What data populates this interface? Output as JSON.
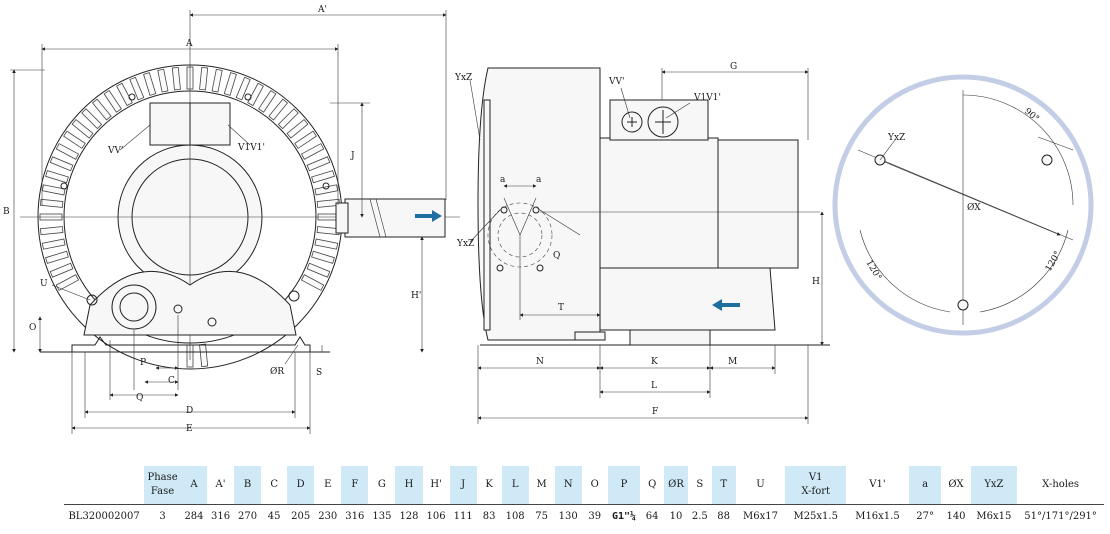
{
  "labels": {
    "A": "A",
    "A_prime": "A'",
    "B": "B",
    "C": "C",
    "D": "D",
    "E": "E",
    "F": "F",
    "G": "G",
    "H": "H",
    "H_prime": "H'",
    "J": "J",
    "K": "K",
    "L": "L",
    "M": "M",
    "N": "N",
    "O": "O",
    "P": "P",
    "Q": "Q",
    "S": "S",
    "T": "T",
    "U": "U",
    "OR": "ØR",
    "OX": "ØX",
    "VV": "VV'",
    "V1V1": "V1V1'",
    "YxZ": "YxZ",
    "a": "a",
    "deg90": "90°",
    "deg120": "120°"
  },
  "table": {
    "headers": [
      {
        "text": "",
        "hl": false
      },
      {
        "text": "Phase\nFase",
        "hl": true
      },
      {
        "text": "A",
        "hl": true
      },
      {
        "text": "A'",
        "hl": false
      },
      {
        "text": "B",
        "hl": true
      },
      {
        "text": "C",
        "hl": false
      },
      {
        "text": "D",
        "hl": true
      },
      {
        "text": "E",
        "hl": false
      },
      {
        "text": "F",
        "hl": true
      },
      {
        "text": "G",
        "hl": false
      },
      {
        "text": "H",
        "hl": true
      },
      {
        "text": "H'",
        "hl": false
      },
      {
        "text": "J",
        "hl": true
      },
      {
        "text": "K",
        "hl": false
      },
      {
        "text": "L",
        "hl": true
      },
      {
        "text": "M",
        "hl": false
      },
      {
        "text": "N",
        "hl": true
      },
      {
        "text": "O",
        "hl": false
      },
      {
        "text": "P",
        "hl": true
      },
      {
        "text": "Q",
        "hl": false
      },
      {
        "text": "ØR",
        "hl": true
      },
      {
        "text": "S",
        "hl": false
      },
      {
        "text": "T",
        "hl": true
      },
      {
        "text": "U",
        "hl": false
      },
      {
        "text": "V1\nX-fort",
        "hl": true
      },
      {
        "text": "V1'",
        "hl": false
      },
      {
        "text": "a",
        "hl": true
      },
      {
        "text": "ØX",
        "hl": false
      },
      {
        "text": "YxZ",
        "hl": true
      },
      {
        "text": "X-holes",
        "hl": false
      }
    ],
    "row": [
      {
        "text": "BL320002007",
        "bold": false
      },
      {
        "text": "3",
        "bold": false
      },
      {
        "text": "284",
        "bold": false
      },
      {
        "text": "316",
        "bold": false
      },
      {
        "text": "270",
        "bold": false
      },
      {
        "text": "45",
        "bold": false
      },
      {
        "text": "205",
        "bold": false
      },
      {
        "text": "230",
        "bold": false
      },
      {
        "text": "316",
        "bold": false
      },
      {
        "text": "135",
        "bold": false
      },
      {
        "text": "128",
        "bold": false
      },
      {
        "text": "106",
        "bold": false
      },
      {
        "text": "111",
        "bold": false
      },
      {
        "text": "83",
        "bold": false
      },
      {
        "text": "108",
        "bold": false
      },
      {
        "text": "75",
        "bold": false
      },
      {
        "text": "130",
        "bold": false
      },
      {
        "text": "39",
        "bold": false
      },
      {
        "text": "G1\"¼",
        "bold": true
      },
      {
        "text": "64",
        "bold": false
      },
      {
        "text": "10",
        "bold": false
      },
      {
        "text": "2.5",
        "bold": false
      },
      {
        "text": "88",
        "bold": false
      },
      {
        "text": "M6x17",
        "bold": false
      },
      {
        "text": "M25x1.5",
        "bold": false
      },
      {
        "text": "M16x1.5",
        "bold": false
      },
      {
        "text": "27°",
        "bold": false
      },
      {
        "text": "140",
        "bold": false
      },
      {
        "text": "M6x15",
        "bold": false
      },
      {
        "text": "51°/171°/291°",
        "bold": false
      }
    ]
  },
  "colors": {
    "highlight": "#cfe9f6",
    "arrow": "#1f6f9e",
    "flange_ring": "#c3cde6"
  }
}
